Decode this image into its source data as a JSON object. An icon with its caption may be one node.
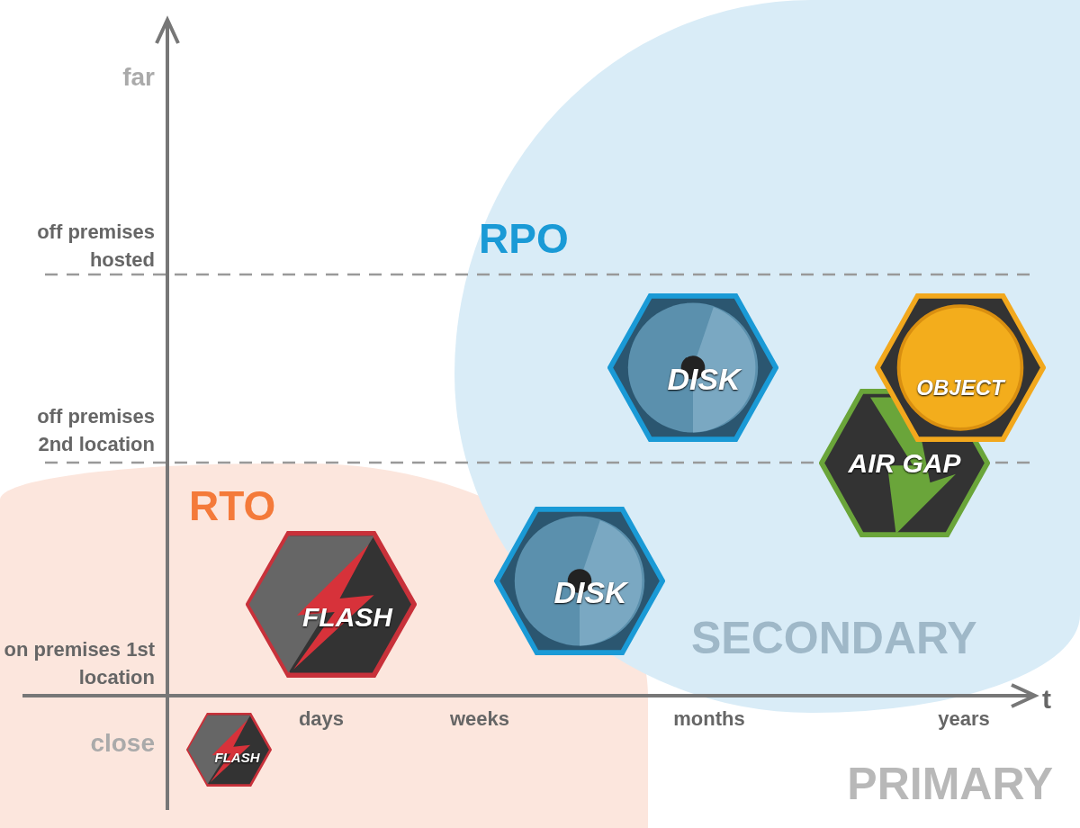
{
  "diagram": {
    "nodes": [
      {
        "text": [
          "RTO"
        ]
      },
      {
        "text": [
          "FLASH"
        ],
        "in": 0
      },
      {
        "text": [
          "FLASH"
        ],
        "in": 0
      },
      {
        "text": [
          "RPO",
          "SECONDARY"
        ]
      },
      {
        "text": [
          "DISK"
        ],
        "in": 3
      },
      {
        "text": [
          "DISK"
        ],
        "in": 3
      },
      {
        "text": [
          "AIR GAP"
        ],
        "in": 3
      },
      {
        "text": [
          "OBJECT"
        ],
        "in": 3
      }
    ],
    "labels": [
      "far",
      "off premises hosted",
      "off premises 2nd location",
      "on premises 1st location",
      "close",
      "days",
      "weeks",
      "months",
      "years",
      "t",
      "PRIMARY"
    ]
  }
}
